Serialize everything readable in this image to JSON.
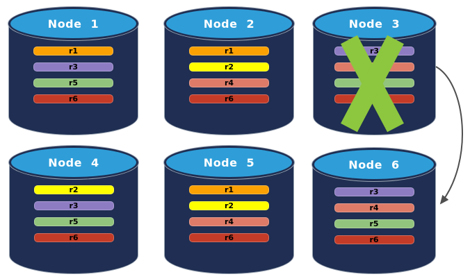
{
  "diagram": {
    "description": "Database replication diagram: six node cylinders holding replicated records; failed node crossed out with arrow to replacement node",
    "background_color": "#FFFFFF"
  },
  "node_style": {
    "body_color": "#1F2E52",
    "top_color": "#2F9ED8",
    "outline_color": "#9AA5B2",
    "title_color": "#FFFFFF",
    "record_text_color": "#000000"
  },
  "record_colors": {
    "r1": "#FBA104",
    "r2": "#FFFF00",
    "r3": "#8E7CC3",
    "r4": "#DD7B68",
    "r5": "#93C47D",
    "r6": "#C43B27"
  },
  "nodes": [
    {
      "label": "Node 1",
      "records": [
        "r1",
        "r3",
        "r5",
        "r6"
      ],
      "failed": false
    },
    {
      "label": "Node 2",
      "records": [
        "r1",
        "r2",
        "r4",
        "r6"
      ],
      "failed": false
    },
    {
      "label": "Node 3",
      "records": [
        "r3",
        "r4",
        "r5",
        "r6"
      ],
      "failed": true
    },
    {
      "label": "Node 4",
      "records": [
        "r2",
        "r3",
        "r5",
        "r6"
      ],
      "failed": false
    },
    {
      "label": "Node 5",
      "records": [
        "r1",
        "r2",
        "r4",
        "r6"
      ],
      "failed": false
    },
    {
      "label": "Node 6",
      "records": [
        "r3",
        "r4",
        "r5",
        "r6"
      ],
      "failed": false
    }
  ],
  "failure_mark": {
    "node": "Node 3",
    "shape": "x-cross",
    "color": "#8DC63F"
  },
  "arrow": {
    "from": "Node 3",
    "to": "Node 6",
    "color": "#4F4F4F"
  }
}
